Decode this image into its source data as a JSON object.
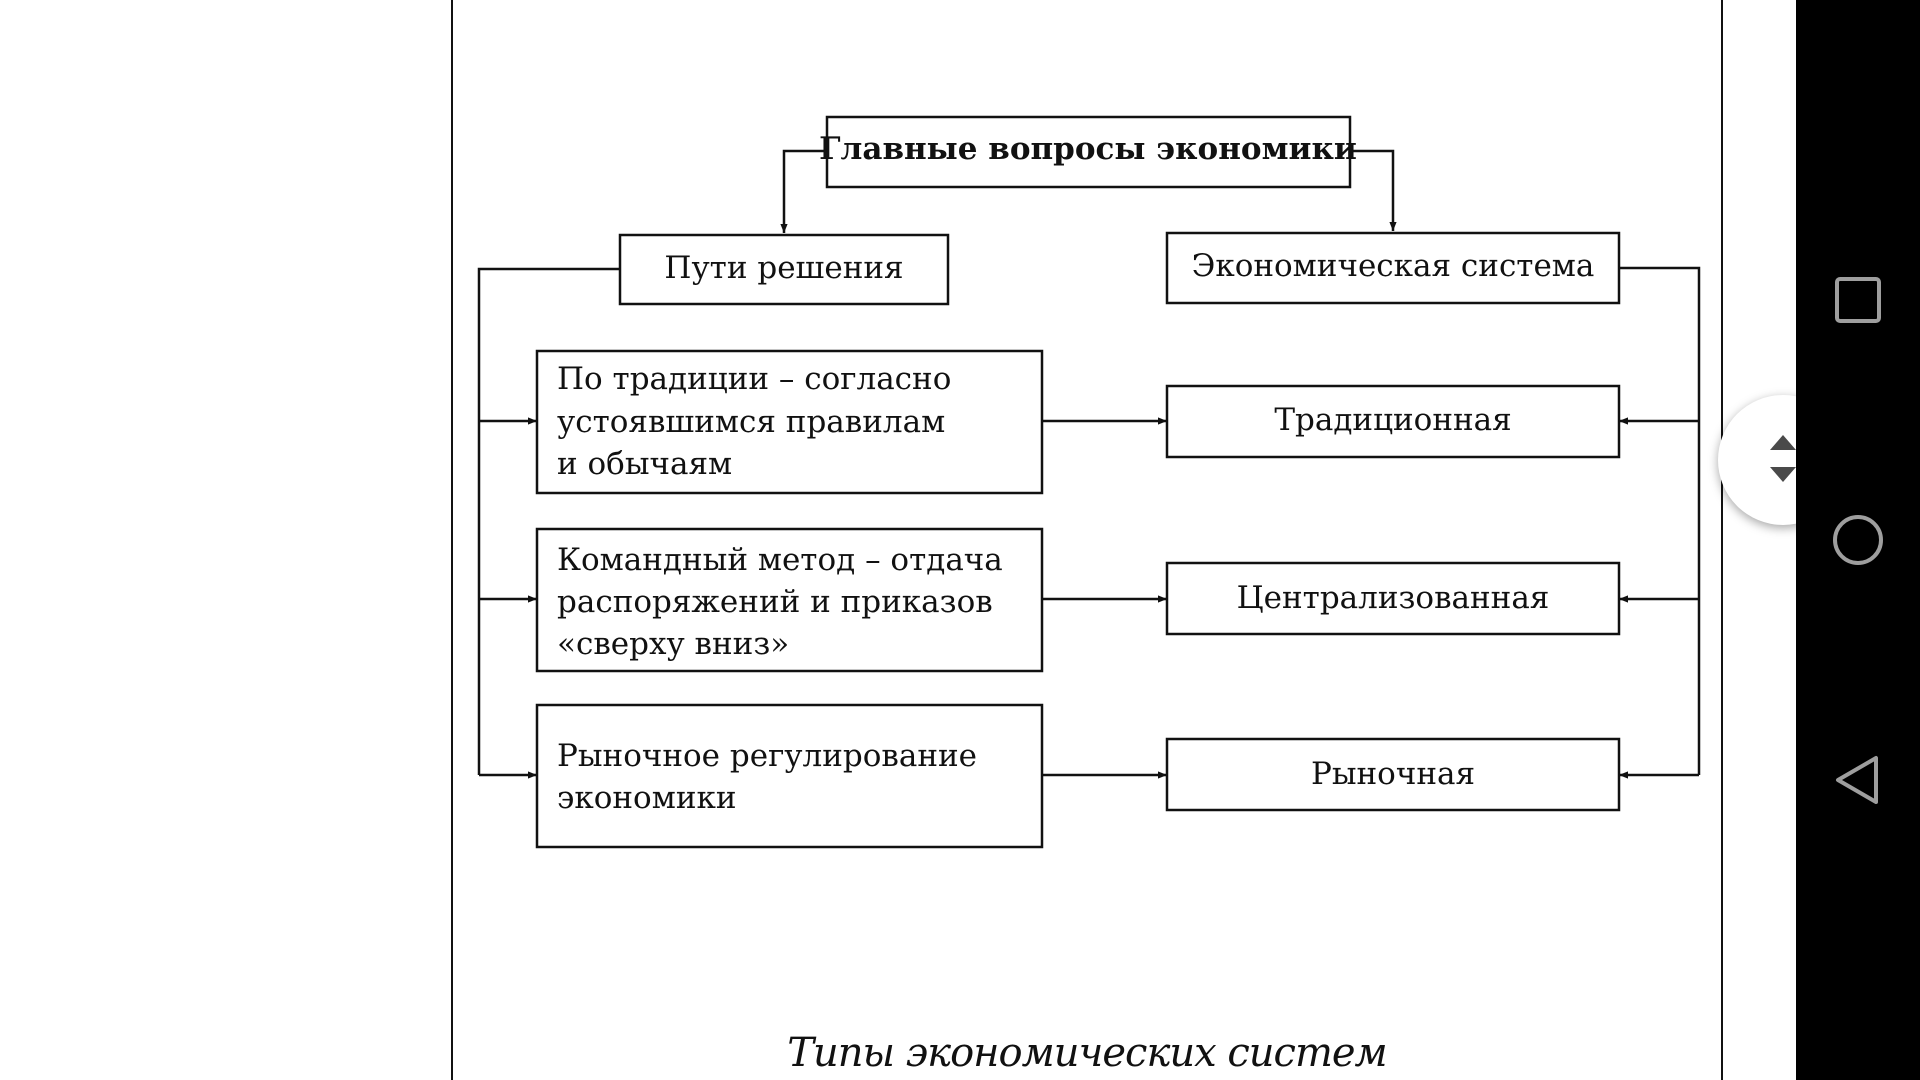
{
  "diagram": {
    "root": "Главные вопросы экономики",
    "left_header": "Пути решения",
    "right_header": "Экономическая система",
    "methods": [
      [
        "По традиции – согласно",
        "устоявшимся правилам",
        "и обычаям"
      ],
      [
        "Командный метод – отдача",
        "распоряжений и приказов",
        "«сверху вниз»"
      ],
      [
        "Рыночное регулирование",
        "экономики"
      ]
    ],
    "systems": [
      "Традиционная",
      "Централизованная",
      "Рыночная"
    ]
  },
  "caption": "Типы экономических систем",
  "nav": {
    "recent_icon": "square-icon",
    "home_icon": "circle-icon",
    "back_icon": "triangle-back-icon"
  },
  "colors": {
    "ink": "#111111",
    "navbar": "#000000"
  }
}
